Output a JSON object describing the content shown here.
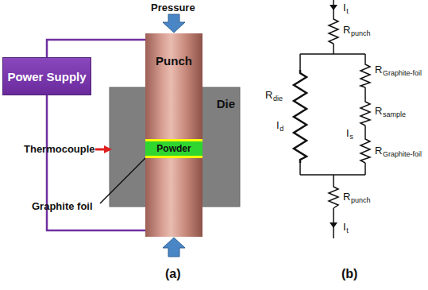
{
  "diagram": {
    "nodes": [
      {
        "text": [
          "Power Supply"
        ]
      },
      {
        "text": [
          "Punch"
        ]
      },
      {
        "text": [
          "Die"
        ]
      },
      {
        "text": [
          "Powder"
        ]
      }
    ],
    "edges": [
      {
        "from": 0,
        "to": 1,
        "arrow": "none"
      },
      {
        "from": 0,
        "to": 1,
        "arrow": "none"
      }
    ],
    "labels": [
      "Pressure",
      "Thermocouple",
      "Graphite foil",
      "(a)",
      "(b)",
      "I",
      "t",
      "R",
      "punch",
      "R",
      "die",
      "I",
      "d",
      "R",
      "Graphite-foil",
      "R",
      "sample",
      "I",
      "s",
      "R",
      "Graphite-foil",
      "R",
      "punch",
      "I",
      "t"
    ]
  }
}
